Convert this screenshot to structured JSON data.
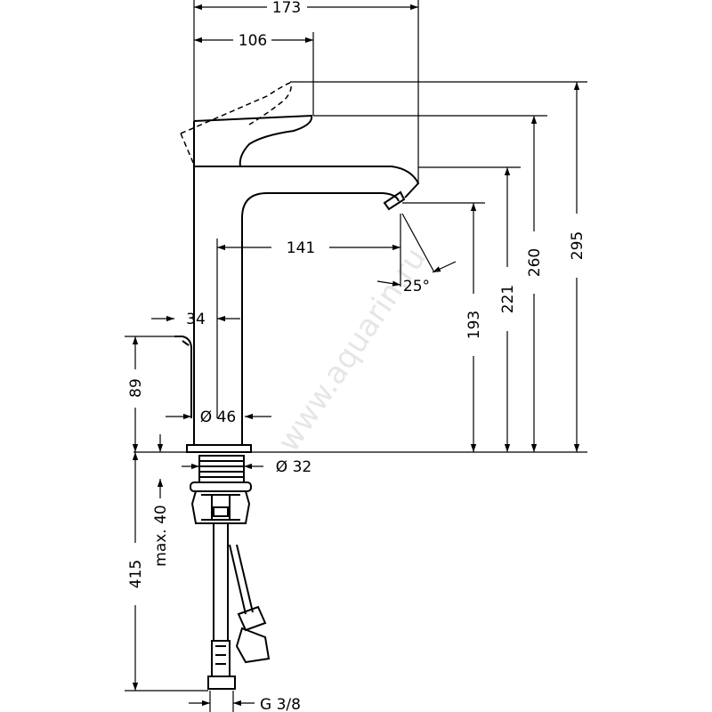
{
  "dimensions": {
    "width_overall": "173",
    "handle_reach": "106",
    "spout_reach": "141",
    "base_to_spout_axis": "34",
    "spout_angle": "25°",
    "body_diameter": "Ø 46",
    "shank_diameter": "Ø 32",
    "height_outlet": "193",
    "height_spout_top": "221",
    "height_handle": "260",
    "height_handle_raised": "295",
    "popup_height": "89",
    "hose_length": "415",
    "counter_thickness": "max. 40",
    "connection_thread": "G 3/8"
  },
  "watermark": "www.aquarin.ru",
  "colors": {
    "line": "#000000",
    "watermark": "#d0d0d0"
  }
}
